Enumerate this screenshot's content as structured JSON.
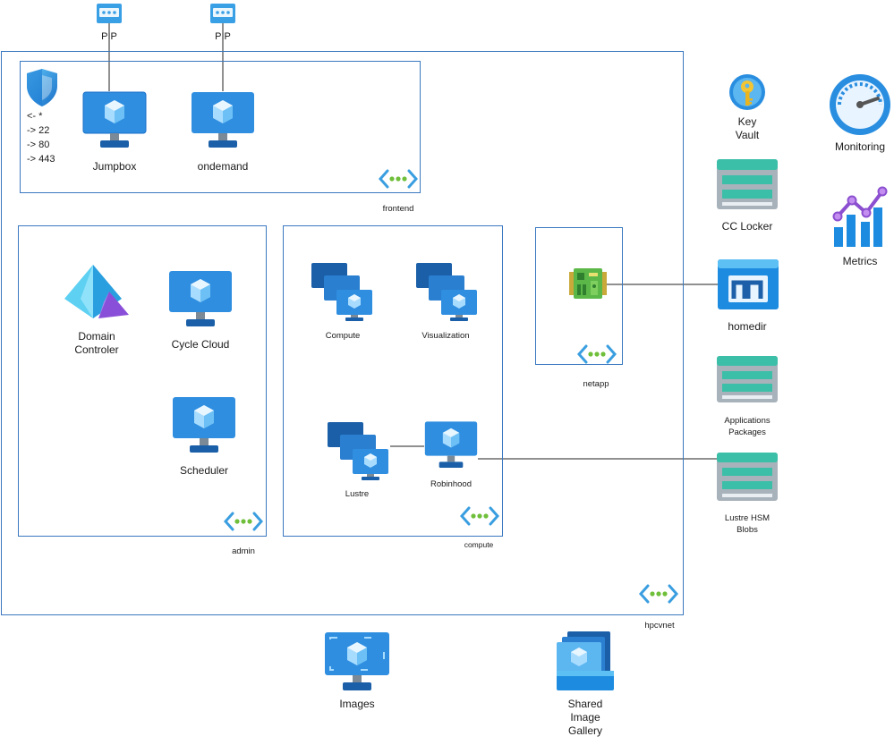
{
  "colors": {
    "vnet_border": "#3a78c0",
    "vm_blue": "#2f8ee0",
    "vm_dark": "#1a5fa8",
    "storage_teal": "#3bbfa8",
    "storage_gray": "#9fa8b0",
    "storage_blue": "#1d8ce0",
    "keyvault_gold": "#f3c533",
    "metrics_purple": "#8b4fd0",
    "vnet_dots": "#6fbf3a"
  },
  "public_ips": [
    {
      "label": "PIP"
    },
    {
      "label": "PIP"
    }
  ],
  "nsg": {
    "icon": "shield-icon",
    "rules": [
      "<- *",
      "-> 22",
      "-> 80",
      "-> 443"
    ]
  },
  "subnets": {
    "frontend": {
      "name": "frontend",
      "nodes": [
        {
          "label": "Jumpbox",
          "icon": "vm-icon"
        },
        {
          "label": "ondemand",
          "icon": "vm-icon"
        }
      ]
    },
    "admin": {
      "name": "admin",
      "nodes": [
        {
          "label": "Domain\nControler",
          "icon": "active-directory-icon"
        },
        {
          "label": "Cycle Cloud",
          "icon": "vm-icon"
        },
        {
          "label": "Scheduler",
          "icon": "vm-icon"
        }
      ]
    },
    "compute": {
      "name": "compute",
      "nodes": [
        {
          "label": "Compute",
          "icon": "vmss-icon"
        },
        {
          "label": "Visualization",
          "icon": "vmss-icon"
        },
        {
          "label": "Lustre",
          "icon": "vmss-icon"
        },
        {
          "label": "Robinhood",
          "icon": "vm-icon"
        }
      ]
    },
    "netapp": {
      "name": "netapp",
      "icon": "netapp-files-icon"
    }
  },
  "vnet": {
    "name": "hpcvnet"
  },
  "right_services": [
    {
      "label": "Key\nVault",
      "icon": "key-icon"
    },
    {
      "label": "CC Locker",
      "icon": "storage-icon"
    },
    {
      "label": "homedir",
      "icon": "file-share-icon"
    },
    {
      "label": "Applications\nPackages",
      "icon": "storage-icon"
    },
    {
      "label": "Lustre HSM\nBlobs",
      "icon": "storage-icon"
    }
  ],
  "monitoring": [
    {
      "label": "Monitoring",
      "icon": "gauge-icon"
    },
    {
      "label": "Metrics",
      "icon": "metrics-chart-icon"
    }
  ],
  "bottom": [
    {
      "label": "Images",
      "icon": "vm-image-icon"
    },
    {
      "label": "Shared\nImage\nGallery",
      "icon": "image-gallery-icon"
    }
  ]
}
